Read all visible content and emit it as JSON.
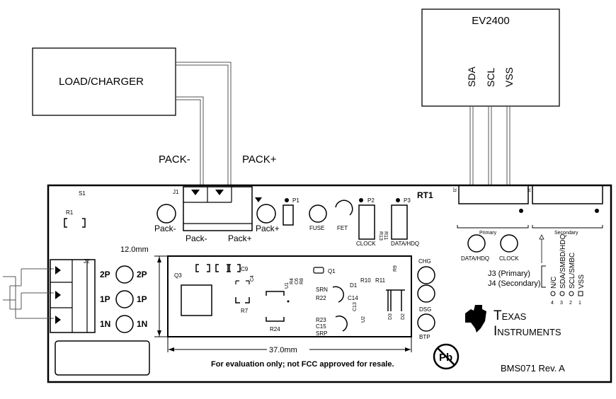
{
  "boxes": {
    "ev2400": "EV2400",
    "ev2400_pins": [
      "SDA",
      "SCL",
      "VSS"
    ],
    "load_charger": "LOAD/CHARGER"
  },
  "wires": {
    "pack_minus": "PACK-",
    "pack_plus": "PACK+"
  },
  "board": {
    "s1": "S1",
    "r1": "R1",
    "j1": "J1",
    "j2": "J2",
    "j3": "J3",
    "j4": "J4",
    "rt1": "RT1",
    "p1": "P1",
    "p2": "P2",
    "p3": "P3",
    "pack_minus": "Pack-",
    "pack_plus": "Pack+",
    "j1_pack_minus": "Pack-",
    "j1_pack_plus": "Pack+",
    "fuse": "FUSE",
    "fet": "FET",
    "clock": "CLOCK",
    "data_hdq": "DATA/HDQ",
    "r13": "R13",
    "r11_rot": "R11",
    "primary": "Primary",
    "secondary": "Secondary",
    "prim_data_hdq": "DATA/HDQ",
    "prim_clock": "CLOCK",
    "j2_labels": [
      "2P",
      "2P",
      "1P",
      "1P",
      "1N",
      "1N"
    ],
    "dim_height": "12.0mm",
    "dim_width": "37.0mm",
    "inner": {
      "q3": "Q3",
      "c9": "C9",
      "c4": "C4",
      "u1": "U1",
      "r4": "R4",
      "c6": "C6",
      "r8": "R8",
      "r7": "R7",
      "r24": "R24",
      "q1": "Q1",
      "d1": "D1",
      "r10": "R10",
      "r11": "R11",
      "r9": "R9",
      "srn": "SRN",
      "r22": "R22",
      "c14": "C14",
      "c13": "C13",
      "u2": "U2",
      "d3": "D3",
      "d2": "D2",
      "r23": "R23",
      "c15": "C15",
      "srp": "SRP"
    },
    "chg": "CHG",
    "dsg": "DSG",
    "btp": "BTP",
    "j3_primary": "J3 (Primary)",
    "j4_secondary": "J4 (Secondary)",
    "pin_names": [
      "N/C",
      "SDA/SMBD/HDQ",
      "SCL/SMBC",
      "VSS"
    ],
    "pin_numbers": [
      "4",
      "3",
      "2",
      "1"
    ],
    "ti_line1": "Texas",
    "ti_line2": "Instruments",
    "disclaimer": "For evaluation only; not FCC approved for resale.",
    "revision": "BMS071 Rev. A",
    "pb": "Pb"
  },
  "colors": {
    "line": "#000000",
    "wire": "#555555",
    "background": "#ffffff"
  }
}
